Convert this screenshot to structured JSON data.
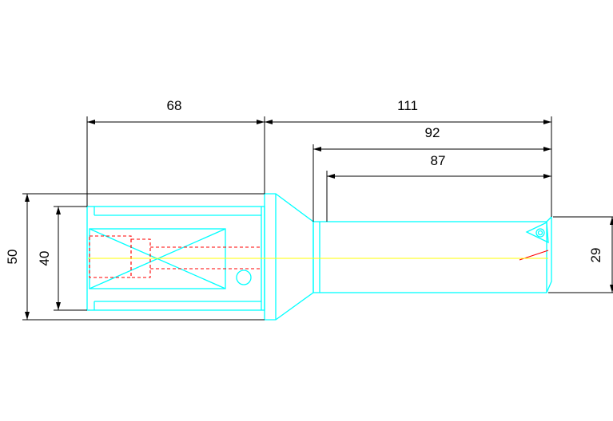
{
  "drawing": {
    "dimensions": {
      "shank_length": "68",
      "overall_length": "111",
      "body_length": "92",
      "flute_length": "87",
      "flange_diameter": "50",
      "shank_diameter": "40",
      "cutting_diameter": "29"
    },
    "colors": {
      "outline": "#00ffff",
      "hidden": "#ff0000",
      "centerline": "#ffff00",
      "dimension": "#000000",
      "background": "#ffffff"
    }
  }
}
